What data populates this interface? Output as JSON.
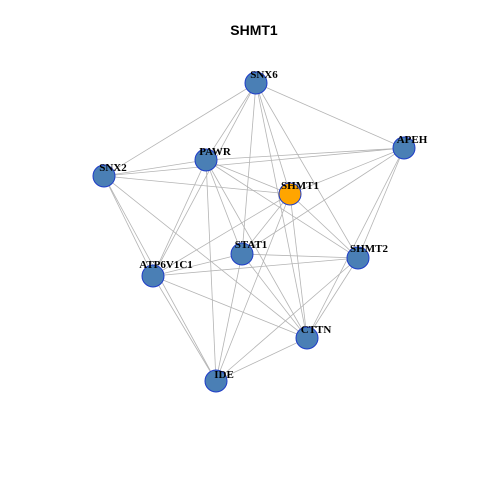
{
  "title": "SHMT1",
  "colors": {
    "node_default": "#4a7fb5",
    "node_focus": "#ffa500",
    "node_border": "#1e3cc8",
    "edge": "#b4b4b4",
    "background": "#ffffff"
  },
  "focus_node": "SHMT1",
  "nodes": [
    "SNX6",
    "APEH",
    "PAWR",
    "SNX2",
    "SHMT1",
    "STAT1",
    "SHMT2",
    "ATP6V1C1",
    "CTTN",
    "IDE"
  ],
  "edges": [
    [
      "SNX6",
      "APEH"
    ],
    [
      "SNX6",
      "PAWR"
    ],
    [
      "SNX6",
      "SNX2"
    ],
    [
      "SNX6",
      "SHMT1"
    ],
    [
      "SNX6",
      "STAT1"
    ],
    [
      "SNX6",
      "SHMT2"
    ],
    [
      "SNX6",
      "CTTN"
    ],
    [
      "SNX6",
      "ATP6V1C1"
    ],
    [
      "APEH",
      "PAWR"
    ],
    [
      "APEH",
      "SNX2"
    ],
    [
      "APEH",
      "SHMT1"
    ],
    [
      "APEH",
      "SHMT2"
    ],
    [
      "APEH",
      "CTTN"
    ],
    [
      "APEH",
      "STAT1"
    ],
    [
      "PAWR",
      "SNX2"
    ],
    [
      "PAWR",
      "SHMT1"
    ],
    [
      "PAWR",
      "SHMT2"
    ],
    [
      "PAWR",
      "STAT1"
    ],
    [
      "PAWR",
      "ATP6V1C1"
    ],
    [
      "PAWR",
      "IDE"
    ],
    [
      "PAWR",
      "CTTN"
    ],
    [
      "SNX2",
      "SHMT1"
    ],
    [
      "SNX2",
      "ATP6V1C1"
    ],
    [
      "SNX2",
      "CTTN"
    ],
    [
      "SNX2",
      "IDE"
    ],
    [
      "SHMT1",
      "STAT1"
    ],
    [
      "SHMT1",
      "ATP6V1C1"
    ],
    [
      "SHMT1",
      "IDE"
    ],
    [
      "SHMT1",
      "CTTN"
    ],
    [
      "SHMT1",
      "SHMT2"
    ],
    [
      "STAT1",
      "SHMT2"
    ],
    [
      "STAT1",
      "ATP6V1C1"
    ],
    [
      "STAT1",
      "IDE"
    ],
    [
      "STAT1",
      "CTTN"
    ],
    [
      "SHMT2",
      "ATP6V1C1"
    ],
    [
      "SHMT2",
      "CTTN"
    ],
    [
      "SHMT2",
      "IDE"
    ],
    [
      "ATP6V1C1",
      "CTTN"
    ],
    [
      "ATP6V1C1",
      "IDE"
    ],
    [
      "CTTN",
      "IDE"
    ]
  ]
}
